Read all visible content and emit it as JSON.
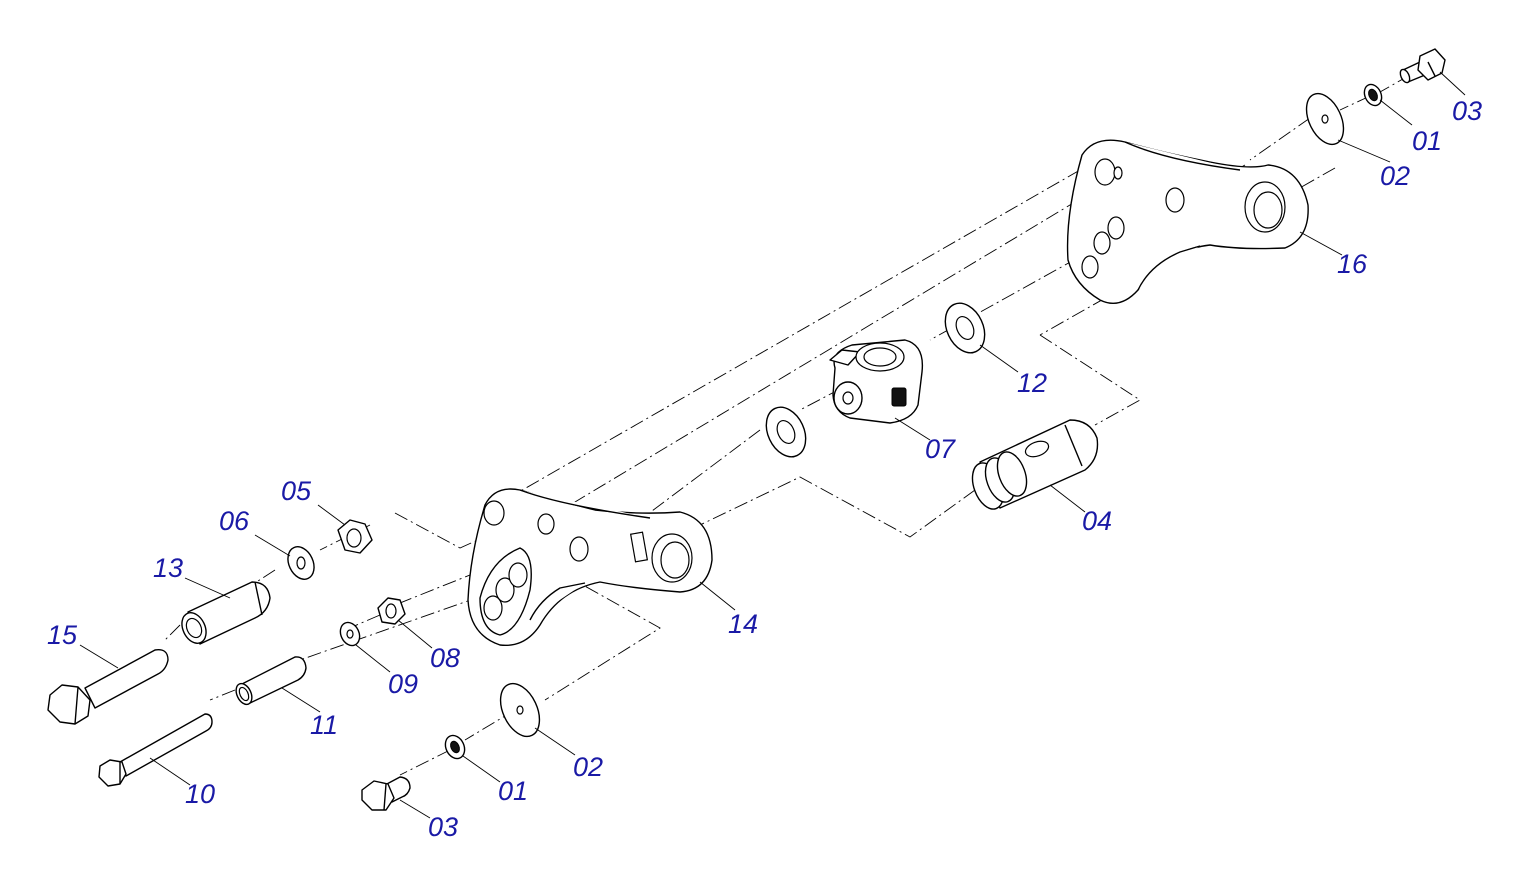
{
  "callouts": [
    {
      "id": "c03-top",
      "text": "03"
    },
    {
      "id": "c01-top",
      "text": "01"
    },
    {
      "id": "c02-top",
      "text": "02"
    },
    {
      "id": "c16",
      "text": "16"
    },
    {
      "id": "c12",
      "text": "12"
    },
    {
      "id": "c07",
      "text": "07"
    },
    {
      "id": "c04",
      "text": "04"
    },
    {
      "id": "c05",
      "text": "05"
    },
    {
      "id": "c06",
      "text": "06"
    },
    {
      "id": "c13",
      "text": "13"
    },
    {
      "id": "c15",
      "text": "15"
    },
    {
      "id": "c14",
      "text": "14"
    },
    {
      "id": "c08",
      "text": "08"
    },
    {
      "id": "c09",
      "text": "09"
    },
    {
      "id": "c11",
      "text": "11"
    },
    {
      "id": "c10",
      "text": "10"
    },
    {
      "id": "c02-bottom",
      "text": "02"
    },
    {
      "id": "c01-bottom",
      "text": "01"
    },
    {
      "id": "c03-bottom",
      "text": "03"
    }
  ],
  "colors": {
    "callout": "#1a1aa6",
    "line": "#000000",
    "background": "#ffffff"
  }
}
